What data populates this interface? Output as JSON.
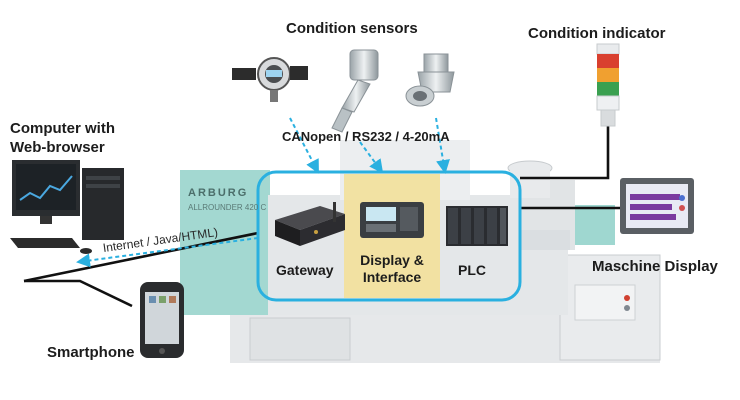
{
  "labels": {
    "condition_sensors": "Condition sensors",
    "condition_indicator": "Condition indicator",
    "computer_line1": "Computer with",
    "computer_line2": "Web-browser",
    "protocols": "CANopen / RS232 / 4-20mA",
    "internet": "Internet / Java/HTML)",
    "gateway": "Gateway",
    "display_line1": "Display &",
    "display_line2": "Interface",
    "plc": "PLC",
    "maschine_display": "Maschine Display",
    "smartphone": "Smartphone"
  },
  "machine": {
    "brand": "ARBURG",
    "model": "ALLROUNDER 420 C"
  },
  "colors": {
    "highlight_box": "#2ab0e0",
    "display_panel": "#f3e09a",
    "machine_body": "#e3e6e8",
    "machine_teal": "#9fd7d0",
    "link_line": "#111111",
    "dashed_link": "#2ab0e0",
    "signal_red": "#d9402f",
    "signal_orange": "#f0a030",
    "signal_green": "#3aa050",
    "hmi_purple": "#7a3aa0"
  }
}
